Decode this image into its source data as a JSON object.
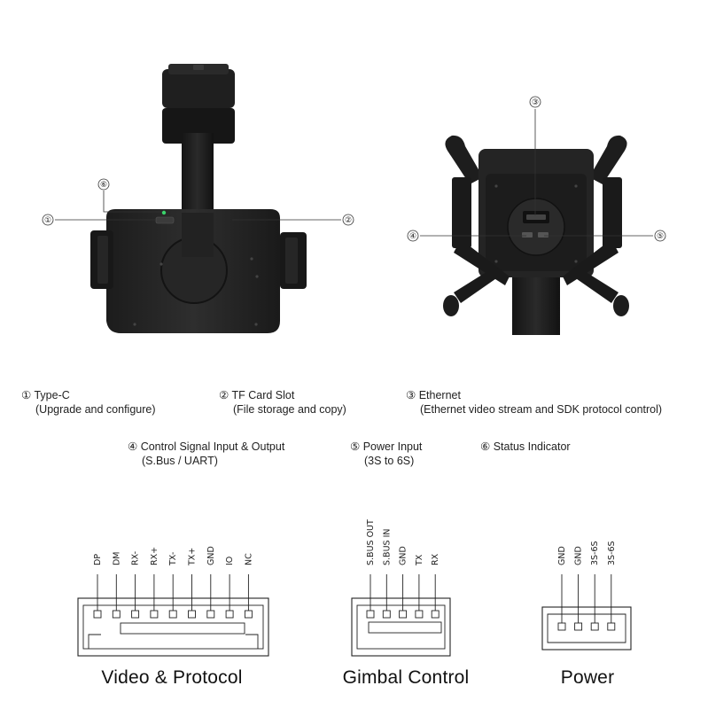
{
  "callouts": {
    "c1": "①",
    "c2": "②",
    "c3": "③",
    "c4": "④",
    "c5": "⑤",
    "c6": "⑥"
  },
  "legend": [
    {
      "num": "①",
      "title": "Type-C",
      "desc": "(Upgrade and configure)"
    },
    {
      "num": "②",
      "title": "TF Card Slot",
      "desc": "(File storage and copy)"
    },
    {
      "num": "③",
      "title": "Ethernet",
      "desc": "(Ethernet video stream and SDK protocol control)"
    },
    {
      "num": "④",
      "title": "Control Signal Input & Output",
      "desc": "(S.Bus / UART)"
    },
    {
      "num": "⑤",
      "title": "Power Input",
      "desc": "(3S to 6S)"
    },
    {
      "num": "⑥",
      "title": "Status Indicator",
      "desc": ""
    }
  ],
  "connectors": [
    {
      "title": "Video & Protocol",
      "pins": [
        "DP",
        "DM",
        "RX-",
        "RX+",
        "TX-",
        "TX+",
        "GND",
        "IO",
        "NC"
      ]
    },
    {
      "title": "Gimbal Control",
      "pins": [
        "S.BUS OUT",
        "S.BUS IN",
        "GND",
        "TX",
        "RX"
      ]
    },
    {
      "title": "Power",
      "pins": [
        "GND",
        "GND",
        "3S-6S",
        "3S-6S"
      ]
    }
  ]
}
